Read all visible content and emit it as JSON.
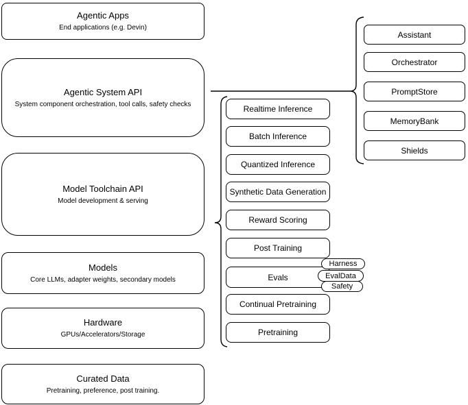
{
  "diagram": {
    "layers": [
      {
        "title": "Agentic Apps",
        "subtitle": "End applications (e.g. Devin)"
      },
      {
        "title": "Agentic System API",
        "subtitle": "System component orchestration, tool calls, safety checks"
      },
      {
        "title": "Model Toolchain API",
        "subtitle": "Model development & serving"
      },
      {
        "title": "Models",
        "subtitle": "Core LLMs, adapter weights, secondary models"
      },
      {
        "title": "Hardware",
        "subtitle": "GPUs/Accelerators/Storage"
      },
      {
        "title": "Curated Data",
        "subtitle": "Pretraining, preference, post training."
      }
    ],
    "toolchain_items": [
      {
        "label": "Realtime Inference"
      },
      {
        "label": "Batch Inference"
      },
      {
        "label": "Quantized Inference"
      },
      {
        "label": "Synthetic Data Generation"
      },
      {
        "label": "Reward Scoring"
      },
      {
        "label": "Post Training"
      },
      {
        "label": "Evals"
      },
      {
        "label": "Continual Pretraining"
      },
      {
        "label": "Pretraining"
      }
    ],
    "evals_tags": [
      {
        "label": "Harness"
      },
      {
        "label": "EvalData"
      },
      {
        "label": "Safety"
      }
    ],
    "system_components": [
      {
        "label": "Assistant"
      },
      {
        "label": "Orchestrator"
      },
      {
        "label": "PromptStore"
      },
      {
        "label": "MemoryBank"
      },
      {
        "label": "Shields"
      }
    ],
    "colors": {
      "stroke": "#000000",
      "background": "#ffffff",
      "text": "#000000"
    }
  }
}
